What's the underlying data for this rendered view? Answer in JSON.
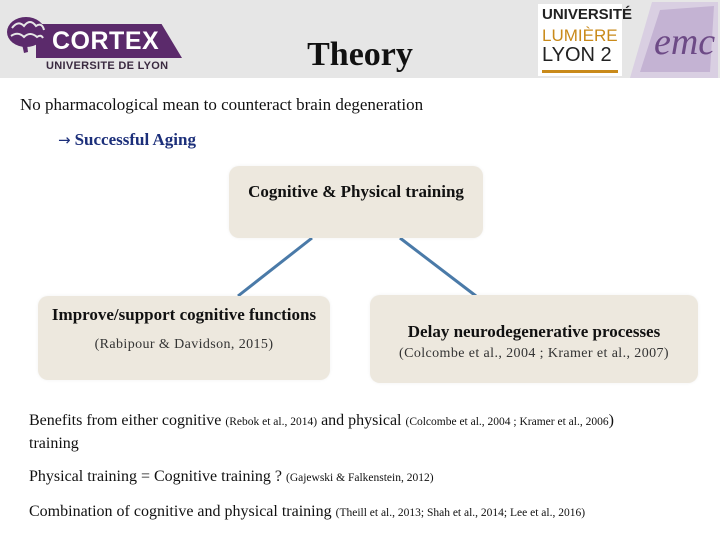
{
  "header": {
    "title": "Theory",
    "cortex_logo": {
      "word": "CORTEX",
      "subtitle": "UNIVERSITE DE LYON",
      "color": "#5b2a6b"
    },
    "lyon_logo": {
      "line1": "UNIVERSITÉ",
      "line2": "LUMIÈRE",
      "line3": "LYON 2",
      "accent": "#c98a1a"
    },
    "emc_logo": {
      "text": "emc",
      "color": "#6d4a86"
    }
  },
  "intro": {
    "line1": "No pharmacological mean to counteract brain degeneration",
    "arrow": "→",
    "line2": "Successful Aging"
  },
  "diagram": {
    "top_box": {
      "title": "Cognitive & Physical training"
    },
    "left_box": {
      "title": "Improve/support cognitive functions",
      "citation": "(Rabipour & Davidson, 2015)"
    },
    "right_box": {
      "title": "Delay neurodegenerative processes",
      "citation": "(Colcombe et al., 2004 ; Kramer et al., 2007)"
    },
    "connector_color": "#4a7aa8",
    "box_fill": "#ede8de"
  },
  "paragraphs": {
    "p1": {
      "text_a": "Benefits from either cognitive",
      "ref_a": "(Rebok et al., 2014)",
      "text_b": "and physical",
      "ref_b": "(Colcombe et al., 2004 ; Kramer et al., 2006",
      "close": ")",
      "text_c": "training"
    },
    "p2": {
      "text": "Physical training = Cognitive training ?",
      "ref": "(Gajewski & Falkenstein, 2012)"
    },
    "p3": {
      "text": "Combination of cognitive and physical training",
      "ref": "(Theill et al., 2013; Shah et al., 2014; Lee et al., 2016)"
    }
  }
}
